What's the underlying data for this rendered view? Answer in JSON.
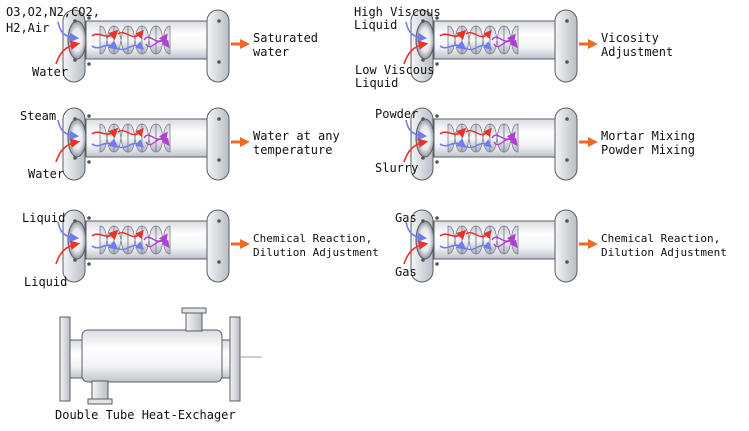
{
  "colors": {
    "hot": "#e8332b",
    "cold": "#6f7cf2",
    "mix": "#b03fd3",
    "output_arrow": "#ee6a24",
    "metal_light": "#eef0f4",
    "metal_dark": "#9aa0aa",
    "outline": "#5a5e66"
  },
  "mixers": [
    {
      "input_top": {
        "lines": [
          "O3,O2,N2,CO2,",
          "H2,Air"
        ]
      },
      "input_bottom": {
        "lines": [
          "Water"
        ]
      },
      "output": {
        "lines": [
          "Saturated",
          "water"
        ]
      }
    },
    {
      "input_top": {
        "lines": [
          "High Viscous",
          "Liquid"
        ]
      },
      "input_bottom": {
        "lines": [
          "Low Viscous",
          "Liquid"
        ]
      },
      "output": {
        "lines": [
          "Vicosity",
          "Adjustment"
        ]
      }
    },
    {
      "input_top": {
        "lines": [
          "Steam"
        ]
      },
      "input_bottom": {
        "lines": [
          "Water"
        ]
      },
      "output": {
        "lines": [
          "Water at any",
          "temperature"
        ]
      }
    },
    {
      "input_top": {
        "lines": [
          "Powder"
        ]
      },
      "input_bottom": {
        "lines": [
          "Slurry"
        ]
      },
      "output": {
        "lines": [
          "Mortar Mixing",
          "Powder Mixing"
        ]
      }
    },
    {
      "input_top": {
        "lines": [
          "Liquid"
        ]
      },
      "input_bottom": {
        "lines": [
          "Liquid"
        ]
      },
      "output": {
        "lines": [
          "Chemical Reaction,",
          "Dilution Adjustment"
        ]
      }
    },
    {
      "input_top": {
        "lines": [
          "Gas"
        ]
      },
      "input_bottom": {
        "lines": [
          "Gas"
        ]
      },
      "output": {
        "lines": [
          "Chemical Reaction,",
          "Dilution Adjustment"
        ]
      }
    }
  ],
  "heat_exchanger": {
    "caption": "Double Tube Heat-Exchager"
  }
}
